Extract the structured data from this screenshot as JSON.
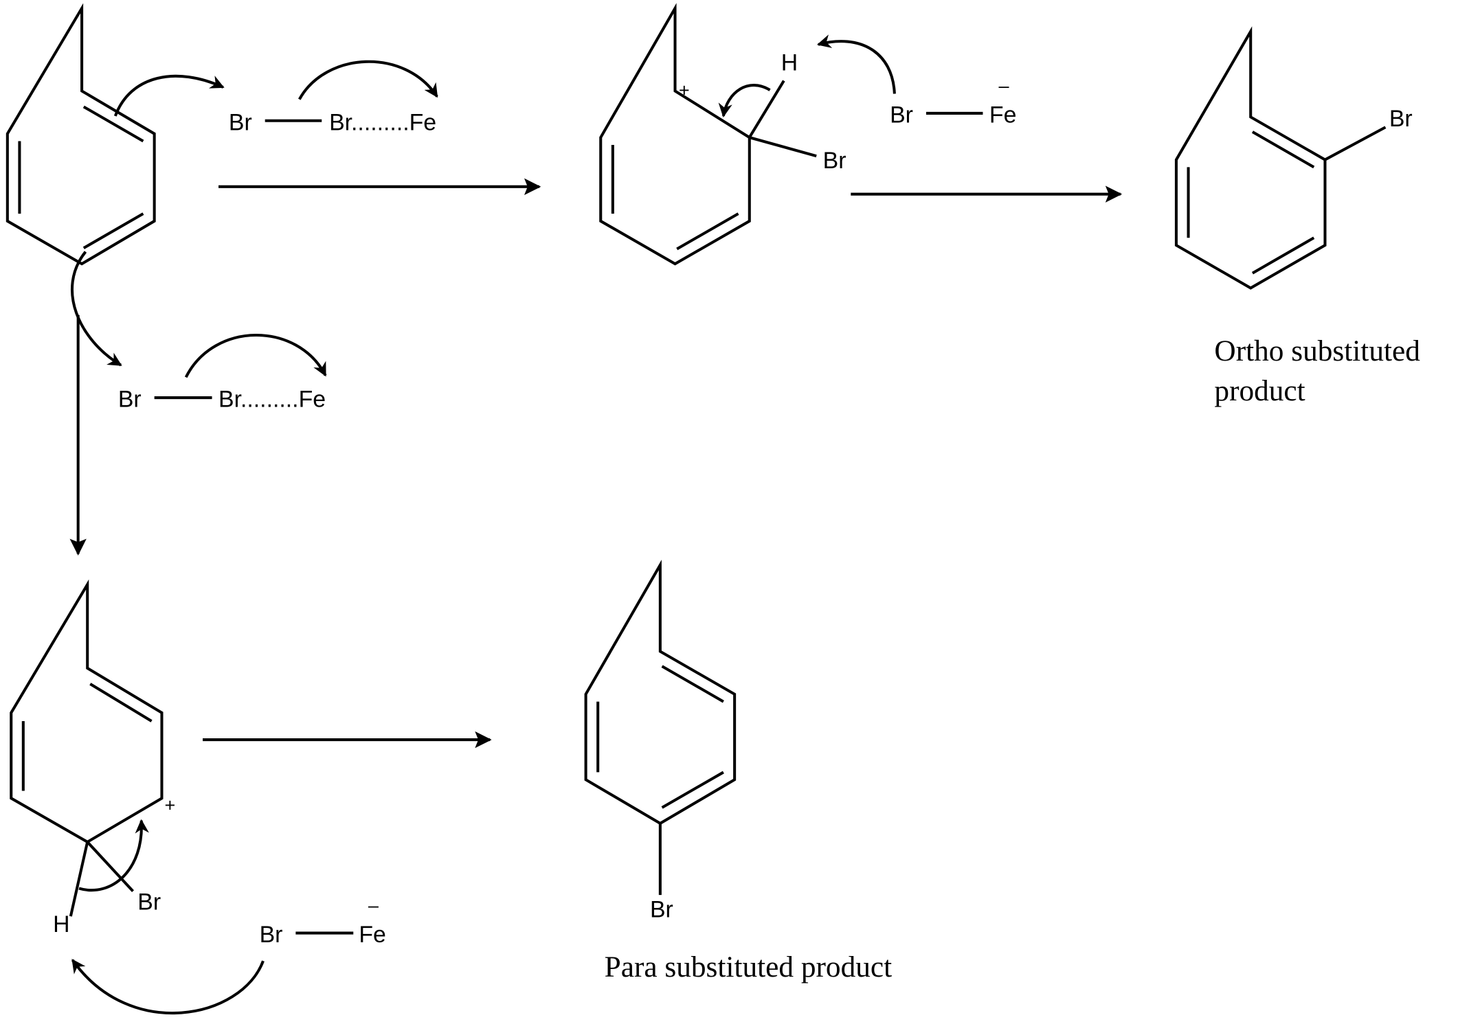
{
  "reagents": {
    "br2_fe_top": {
      "br1": "Br",
      "br2": "Br.........Fe"
    },
    "br2_fe_left": {
      "br1": "Br",
      "br2": "Br.........Fe"
    },
    "febr_top": {
      "br": "Br",
      "fe": "Fe",
      "charge": "–"
    },
    "febr_bottom": {
      "br": "Br",
      "fe": "Fe",
      "charge": "–"
    }
  },
  "ortho_intermediate": {
    "charge": "+",
    "h": "H",
    "br": "Br"
  },
  "para_intermediate": {
    "charge": "+",
    "h": "H",
    "br": "Br"
  },
  "ortho_product": {
    "br": "Br",
    "caption_line1": "Ortho substituted",
    "caption_line2": "product"
  },
  "para_product": {
    "br": "Br",
    "caption": "Para substituted product"
  }
}
